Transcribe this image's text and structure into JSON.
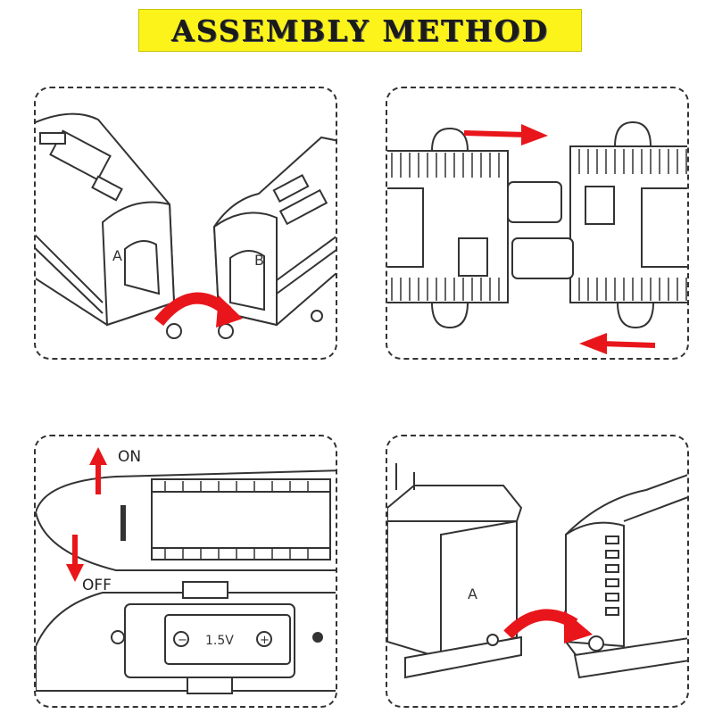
{
  "title": "ASSEMBLY METHOD",
  "panels": {
    "connect_cars": {
      "label_a": "A",
      "label_b": "B"
    },
    "slide_join": {},
    "battery": {
      "switch_on": "ON",
      "switch_off": "OFF",
      "battery_voltage": "1.5V"
    },
    "attach_tender": {
      "label_a": "A"
    }
  },
  "colors": {
    "title_background": "#fbf31a",
    "arrow": "#e8161b",
    "line": "#333333"
  },
  "icons": [
    "curved-arrow-icon",
    "straight-arrow-icon",
    "battery-icon",
    "plus-terminal-icon",
    "minus-terminal-icon",
    "switch-icon"
  ]
}
